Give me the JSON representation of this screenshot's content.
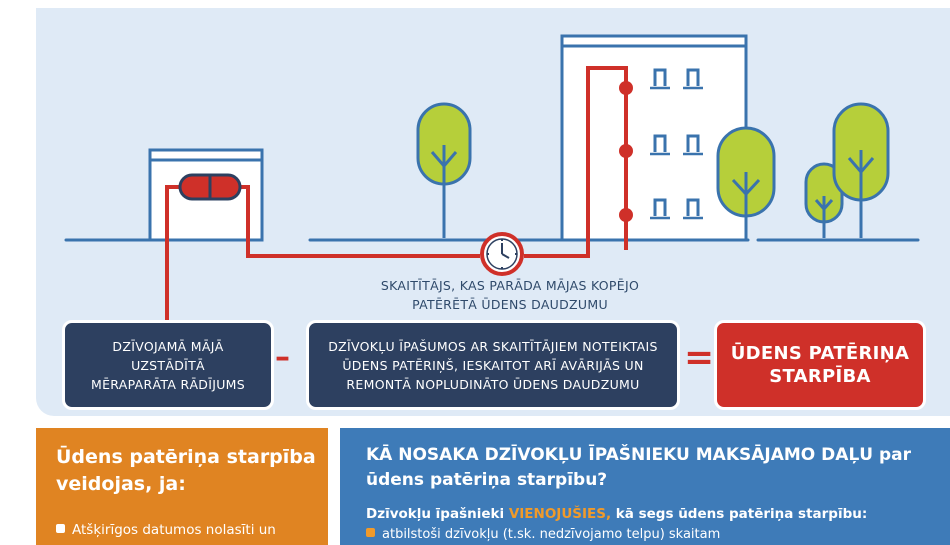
{
  "caption": {
    "line1": "SKAITĪTĀJS, KAS PARĀDA MĀJAS KOPĒJO",
    "line2": "PATĒRĒTĀ ŪDENS DAUDZUMU"
  },
  "formula": {
    "box1": [
      "DZĪVOJAMĀ MĀJĀ",
      "UZSTĀDĪTĀ",
      "MĒRAPARĀTA RĀDĪJUMS"
    ],
    "minus": "–",
    "box2": [
      "DZĪVOKĻU ĪPAŠUMOS AR SKAITĪTĀJIEM NOTEIKTAIS",
      "ŪDENS PATĒRIŅŠ, IESKAITOT ARĪ AVĀRIJĀS UN",
      "REMONTĀ NOPLUDINĀTO ŪDENS DAUDZUMU"
    ],
    "equals": "=",
    "result": [
      "ŪDENS PATĒRIŅA",
      "STARPĪBA"
    ]
  },
  "left_panel": {
    "title": "Ūdens patēriņa starpība veidojas, ja:",
    "bullet": "Atšķirīgos datumos nolasīti un"
  },
  "right_panel": {
    "title": "KĀ NOSAKA DZĪVOKĻU ĪPAŠNIEKU MAKSĀJAMO DAĻU par ūdens patēriņa starpību?",
    "sub_before": "Dzīvokļu īpašnieki ",
    "sub_highlight": "VIENOJUŠIES,",
    "sub_after": " kā segs ūdens patēriņa starpību:",
    "item": "atbilstoši dzīvokļu (t.sk. nedzīvojamo telpu) skaitam"
  },
  "colors": {
    "background": "#dfeaf6",
    "navy": "#2d4060",
    "red": "#cf3029",
    "orange": "#e08422",
    "blue": "#3e7bb8",
    "tree_green": "#b6cf3a",
    "outline": "#3a73ad"
  }
}
